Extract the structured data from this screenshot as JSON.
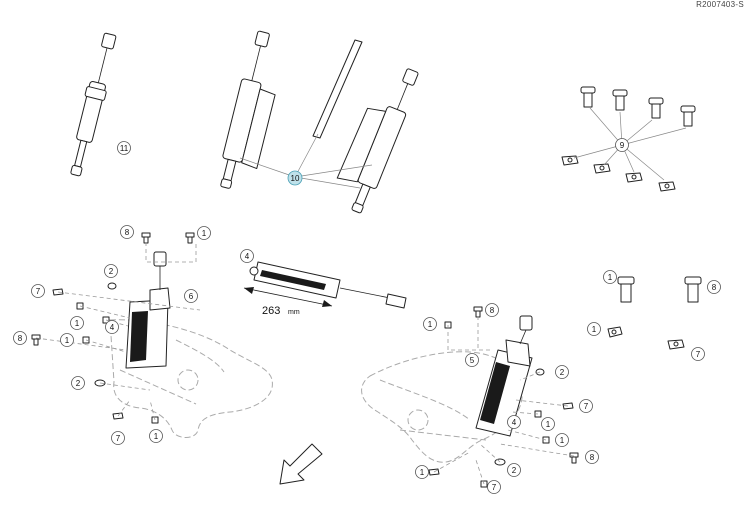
{
  "header": {
    "reference_code": "R2007403-S"
  },
  "dimension": {
    "value": "263",
    "unit": "mm"
  },
  "callouts": [
    {
      "label": "11",
      "hl": false
    },
    {
      "label": "10",
      "hl": true
    },
    {
      "label": "9",
      "hl": false
    },
    {
      "label": "8",
      "hl": false
    },
    {
      "label": "1",
      "hl": false
    },
    {
      "label": "2",
      "hl": false
    },
    {
      "label": "7",
      "hl": false
    },
    {
      "label": "6",
      "hl": false
    },
    {
      "label": "1",
      "hl": false
    },
    {
      "label": "4",
      "hl": false
    },
    {
      "label": "8",
      "hl": false
    },
    {
      "label": "1",
      "hl": false
    },
    {
      "label": "2",
      "hl": false
    },
    {
      "label": "7",
      "hl": false
    },
    {
      "label": "1",
      "hl": false
    },
    {
      "label": "4",
      "hl": false
    },
    {
      "label": "1",
      "hl": false
    },
    {
      "label": "8",
      "hl": false
    },
    {
      "label": "1",
      "hl": false
    },
    {
      "label": "8",
      "hl": false
    },
    {
      "label": "5",
      "hl": false
    },
    {
      "label": "2",
      "hl": false
    },
    {
      "label": "7",
      "hl": false
    },
    {
      "label": "4",
      "hl": false
    },
    {
      "label": "1",
      "hl": false
    },
    {
      "label": "1",
      "hl": false
    },
    {
      "label": "8",
      "hl": false
    },
    {
      "label": "2",
      "hl": false
    },
    {
      "label": "7",
      "hl": false
    },
    {
      "label": "1",
      "hl": false
    },
    {
      "label": "1",
      "hl": false
    },
    {
      "label": "7",
      "hl": false
    }
  ]
}
